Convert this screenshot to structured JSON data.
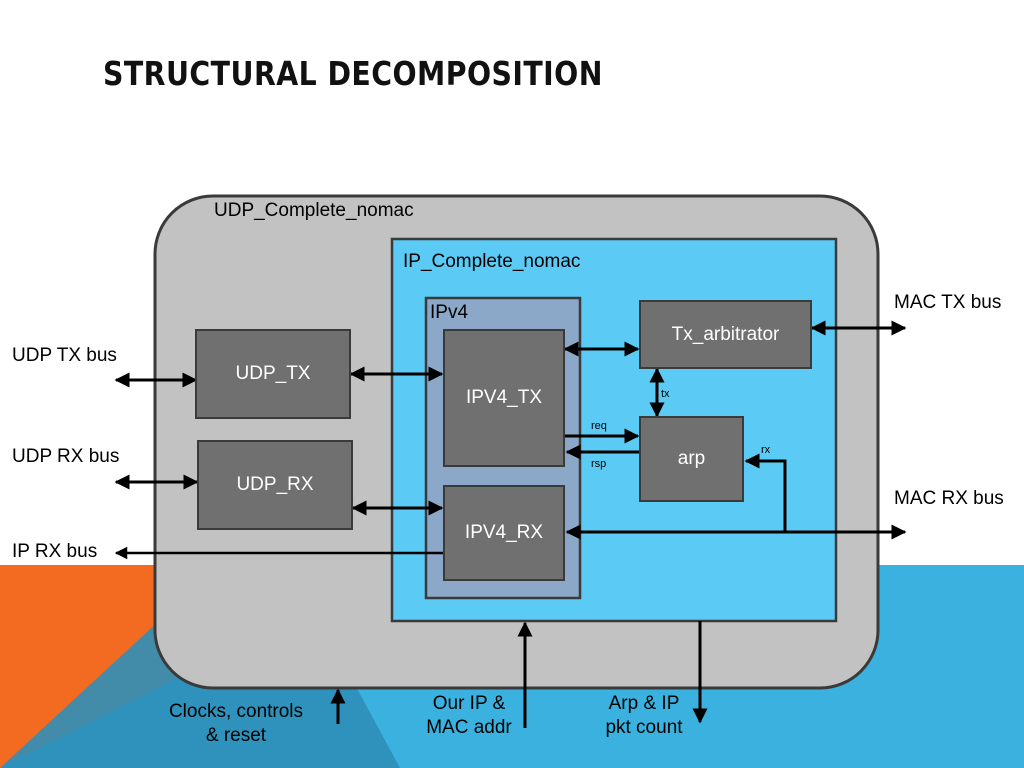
{
  "title": "STRUCTURAL DECOMPOSITION",
  "colors": {
    "orange": "#F26B21",
    "blue": "#3AB1DF",
    "dark_blue": "#2F8FB8",
    "outer_container": "#C2C2C2",
    "ip_container": "#5BCBF5",
    "ipv4_container": "#8CA8C9",
    "module_box": "#707070"
  },
  "containers": {
    "udp_complete": "UDP_Complete_nomac",
    "ip_complete": "IP_Complete_nomac",
    "ipv4": "IPv4"
  },
  "modules": {
    "udp_tx": "UDP_TX",
    "udp_rx": "UDP_RX",
    "ipv4_tx": "IPV4_TX",
    "ipv4_rx": "IPV4_RX",
    "tx_arbitrator": "Tx_arbitrator",
    "arp": "arp"
  },
  "external_signals": {
    "udp_tx_bus": "UDP TX bus",
    "udp_rx_bus": "UDP RX bus",
    "ip_rx_bus": "IP RX bus",
    "mac_tx_bus": "MAC TX bus",
    "mac_rx_bus": "MAC RX bus",
    "clocks_line1": "Clocks, controls",
    "clocks_line2": "& reset",
    "our_ip_line1": "Our IP &",
    "our_ip_line2": "MAC addr",
    "arp_count_line1": "Arp & IP",
    "arp_count_line2": "pkt count"
  },
  "internal_signals": {
    "tx": "tx",
    "req": "req",
    "rsp": "rsp",
    "rx": "rx"
  }
}
